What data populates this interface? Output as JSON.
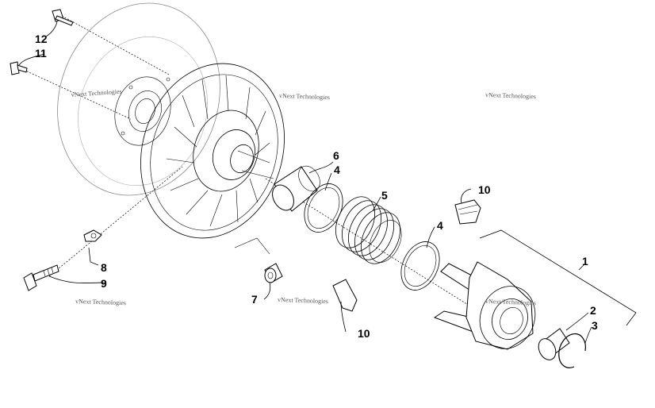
{
  "callouts": {
    "c1": "1",
    "c2": "2",
    "c3": "3",
    "c4a": "4",
    "c4b": "4",
    "c5": "5",
    "c6": "6",
    "c7": "7",
    "c8": "8",
    "c9": "9",
    "c10a": "10",
    "c10b": "10",
    "c11": "11",
    "c12": "12"
  },
  "watermark": "vNext Technologies",
  "colors": {
    "line": "#000000",
    "watermark": "#555555",
    "background": "#ffffff"
  }
}
